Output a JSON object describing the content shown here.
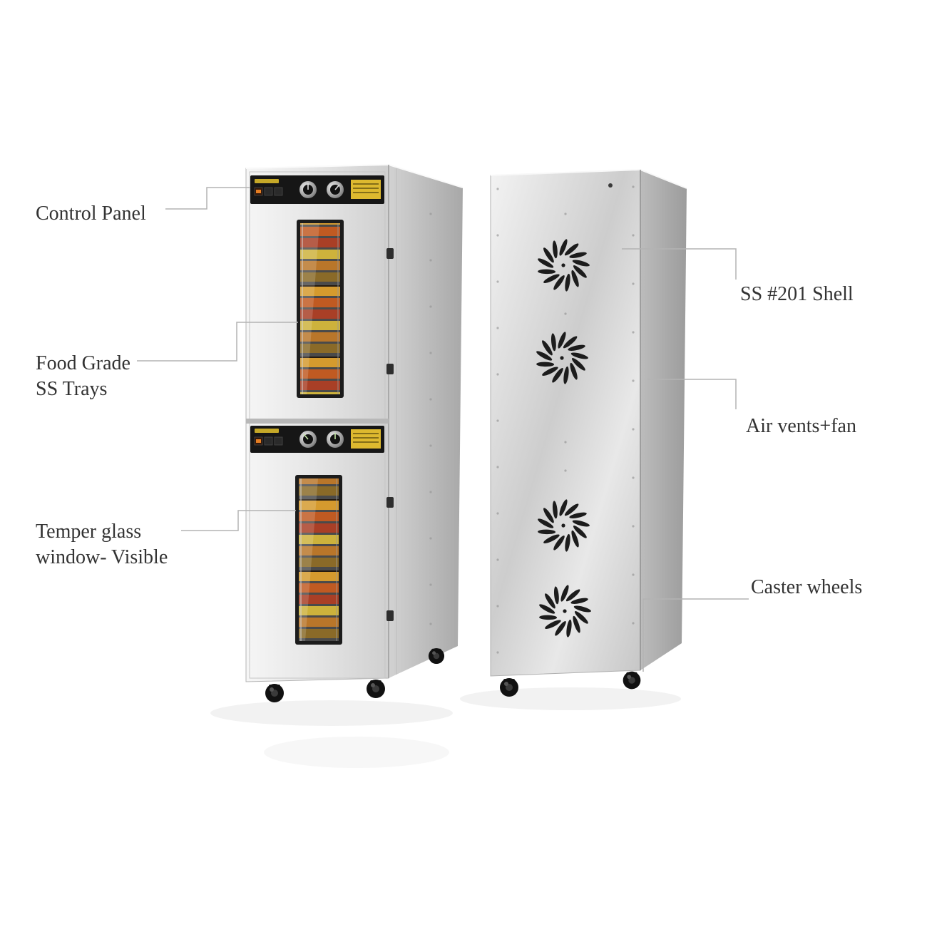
{
  "figure": {
    "type": "annotated product diagram",
    "subject": "stainless steel commercial food dehydrator, front view and rear view"
  },
  "labels": {
    "control_panel": "Control Panel",
    "food_grade": {
      "line1": "Food Grade",
      "line2": "SS Trays"
    },
    "temper_glass": {
      "line1": "Temper glass",
      "line2": "window- Visible"
    },
    "shell": "SS #201 Shell",
    "air_vents": "Air vents+fan",
    "caster_wheels": "Caster wheels"
  },
  "colors": {
    "background": "#ffffff",
    "label_text": "#333333",
    "callout_line": "#b3b3b3",
    "steel_light": "#f4f4f4",
    "steel_mid": "#d8d8d8",
    "steel_dark": "#aaaaaa",
    "control_panel_black": "#161616",
    "sticker_yellow": "#ddb92f",
    "tray_orange": "#c05a22",
    "tray_yellow": "#d59a2e",
    "tray_red": "#a93f26",
    "vent_slot_black": "#1c1c1c",
    "wheel_black": "#111111"
  }
}
